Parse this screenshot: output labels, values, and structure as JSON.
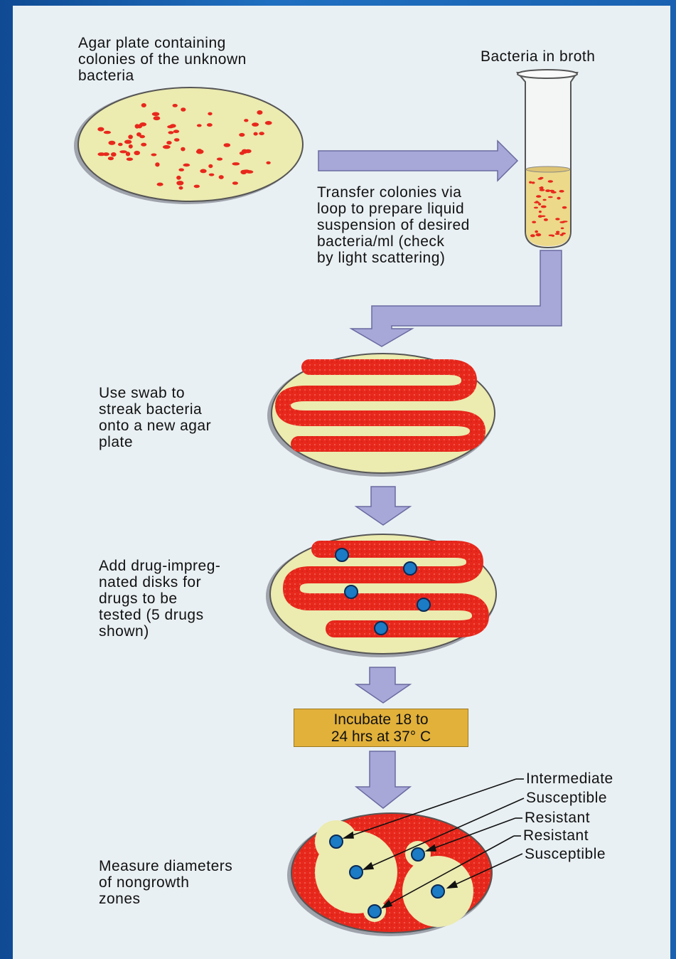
{
  "labels": {
    "agar_plate": "Agar plate containing\ncolonies of the unknown\nbacteria",
    "broth": "Bacteria in broth",
    "transfer": "Transfer colonies via\nloop to prepare liquid\nsuspension of desired\nbacteria/ml (check\nby light scattering)",
    "swab": "Use swab to\nstreak bacteria\nonto a new agar\nplate",
    "disks": "Add drug-impreg-\nnated disks for\ndrugs to be\ntested (5 drugs\nshown)",
    "incubate": "Incubate 18 to\n24 hrs at 37° C",
    "measure": "Measure diameters\nof nongrowth\nzones"
  },
  "results": [
    "Intermediate",
    "Susceptible",
    "Resistant",
    "Resistant",
    "Susceptible"
  ],
  "colors": {
    "agar": "#ecebb0",
    "bacteria": "#e8281c",
    "arrow": "#a7a8d8",
    "disk": "#1b7bc4",
    "incubate_box": "#e2b13a"
  }
}
